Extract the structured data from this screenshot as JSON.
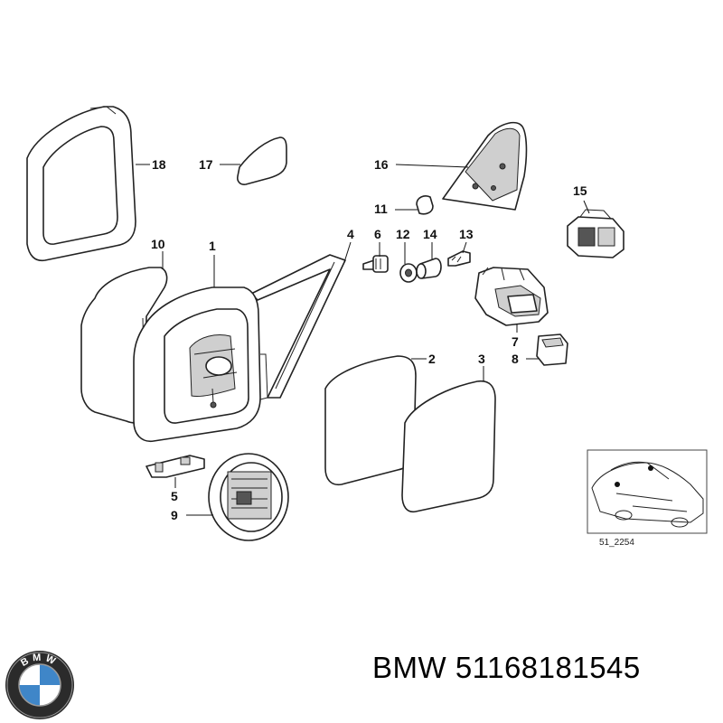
{
  "parts": [
    {
      "id": "p18",
      "label": "18"
    },
    {
      "id": "p17",
      "label": "17"
    },
    {
      "id": "p16",
      "label": "16"
    },
    {
      "id": "p15",
      "label": "15"
    },
    {
      "id": "p11",
      "label": "11"
    },
    {
      "id": "p4",
      "label": "4"
    },
    {
      "id": "p6",
      "label": "6"
    },
    {
      "id": "p12",
      "label": "12"
    },
    {
      "id": "p14",
      "label": "14"
    },
    {
      "id": "p13",
      "label": "13"
    },
    {
      "id": "p10",
      "label": "10"
    },
    {
      "id": "p1",
      "label": "1"
    },
    {
      "id": "p7",
      "label": "7"
    },
    {
      "id": "p8",
      "label": "8"
    },
    {
      "id": "p2",
      "label": "2"
    },
    {
      "id": "p3",
      "label": "3"
    },
    {
      "id": "p5",
      "label": "5"
    },
    {
      "id": "p9",
      "label": "9"
    }
  ],
  "reference_code": "51_2254",
  "brand_logo_text": "BMW",
  "caption": {
    "brand": "BMW",
    "part_number": "51168181545"
  }
}
